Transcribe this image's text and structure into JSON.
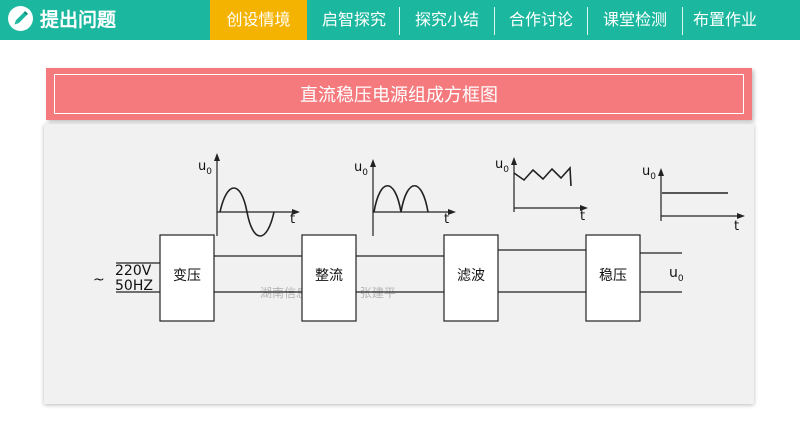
{
  "header": {
    "title": "提出问题",
    "icon": "pencil-icon",
    "bar_color": "#1bb89f",
    "active_color": "#f5b301",
    "tabs": [
      {
        "label": "创设情境",
        "active": true
      },
      {
        "label": "启智探究",
        "active": false
      },
      {
        "label": "探究小结",
        "active": false
      },
      {
        "label": "合作讨论",
        "active": false
      },
      {
        "label": "课堂检测",
        "active": false
      },
      {
        "label": "布置作业",
        "active": false
      }
    ]
  },
  "slide": {
    "heading": "直流稳压电源组成方框图",
    "heading_color": "#f47a7e",
    "diagram": {
      "input": {
        "symbol": "~",
        "voltage": "220V",
        "frequency": "50HZ"
      },
      "blocks": [
        "变压",
        "整流",
        "滤波",
        "稳压"
      ],
      "output": {
        "label": "u",
        "sub": "0"
      },
      "waveforms": [
        {
          "shape": "sine",
          "y_label": "u",
          "y_sub": "0",
          "x_label": "t"
        },
        {
          "shape": "full-wave-rectified",
          "y_label": "u",
          "y_sub": "0",
          "x_label": "t"
        },
        {
          "shape": "sawtooth-ripple",
          "y_label": "u",
          "y_sub": "0",
          "x_label": "t"
        },
        {
          "shape": "flat-dc",
          "y_label": "u",
          "y_sub": "0",
          "x_label": "t"
        }
      ],
      "watermark": "湖南信息工程学校 张建平"
    }
  }
}
